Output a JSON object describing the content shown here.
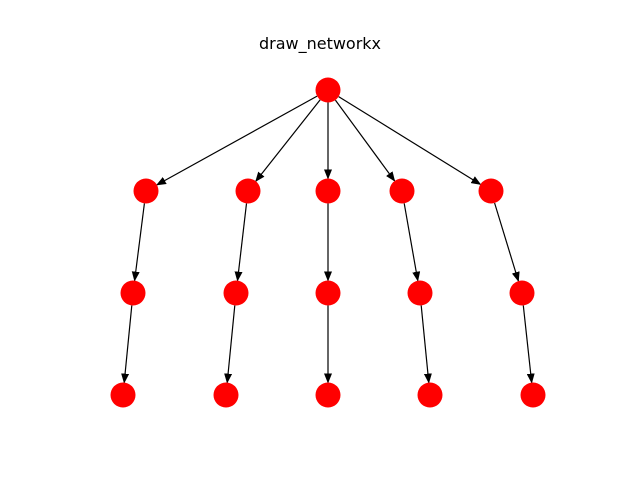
{
  "title": "draw_networkx",
  "colors": {
    "node": "#ff0000",
    "edge": "#000000",
    "background": "#ffffff"
  },
  "graph": {
    "directed": true,
    "nodes": [
      {
        "id": "n0"
      },
      {
        "id": "n1"
      },
      {
        "id": "n2"
      },
      {
        "id": "n3"
      },
      {
        "id": "n4"
      },
      {
        "id": "n5"
      },
      {
        "id": "n6"
      },
      {
        "id": "n7"
      },
      {
        "id": "n8"
      },
      {
        "id": "n9"
      },
      {
        "id": "n10"
      },
      {
        "id": "n11"
      },
      {
        "id": "n12"
      },
      {
        "id": "n13"
      },
      {
        "id": "n14"
      },
      {
        "id": "n15"
      }
    ],
    "edges": [
      [
        "n0",
        "n1"
      ],
      [
        "n0",
        "n2"
      ],
      [
        "n0",
        "n3"
      ],
      [
        "n0",
        "n4"
      ],
      [
        "n0",
        "n5"
      ],
      [
        "n1",
        "n6"
      ],
      [
        "n2",
        "n7"
      ],
      [
        "n3",
        "n8"
      ],
      [
        "n4",
        "n9"
      ],
      [
        "n5",
        "n10"
      ],
      [
        "n6",
        "n11"
      ],
      [
        "n7",
        "n12"
      ],
      [
        "n8",
        "n13"
      ],
      [
        "n9",
        "n14"
      ],
      [
        "n10",
        "n15"
      ]
    ]
  }
}
